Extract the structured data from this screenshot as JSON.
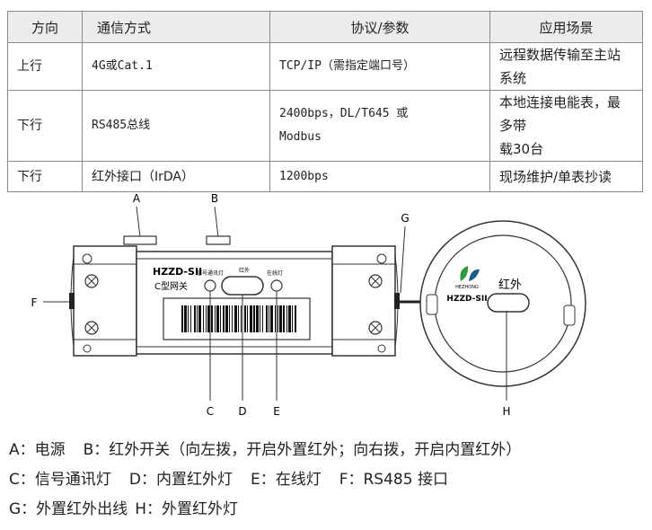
{
  "table": {
    "headers": [
      "方向",
      "通信方式",
      "协议/参数",
      "应用场景"
    ],
    "rows": [
      {
        "direction": "上行",
        "method": "4G或Cat.1",
        "protocol": "TCP/IP（需指定端口号）",
        "scene": "远程数据传输至主站系统"
      },
      {
        "direction": "下行",
        "method": "RS485总线",
        "protocol_lines": [
          "2400bps，DL/T645 或",
          "Modbus"
        ],
        "scene_lines": [
          "本地连接电能表，最多带",
          "载30台"
        ]
      },
      {
        "direction": "下行",
        "method": "红外接口（IrDA）",
        "protocol": "1200bps",
        "scene": "现场维护/单表抄读"
      }
    ]
  },
  "diagram": {
    "model": "HZZD-SII",
    "type_label": "C型网关",
    "led_signal": "信号通讯灯",
    "led_ir": "红外",
    "led_online": "在线灯",
    "probe_brand": "HEZHONG",
    "probe_model": "HZZD-SII",
    "probe_label": "红外",
    "callouts": [
      "A",
      "B",
      "C",
      "D",
      "E",
      "F",
      "G",
      "H"
    ]
  },
  "legend": {
    "line1": [
      "A：电源",
      "B：红外开关（向左拨，开启外置红外；向右拨，开启内置红外）"
    ],
    "line2": [
      "C：信号通讯灯",
      "D：内置红外灯",
      "E：在线灯",
      "F：RS485 接口"
    ],
    "line3": [
      "G：外置红外出线",
      "H：外置红外灯"
    ]
  }
}
